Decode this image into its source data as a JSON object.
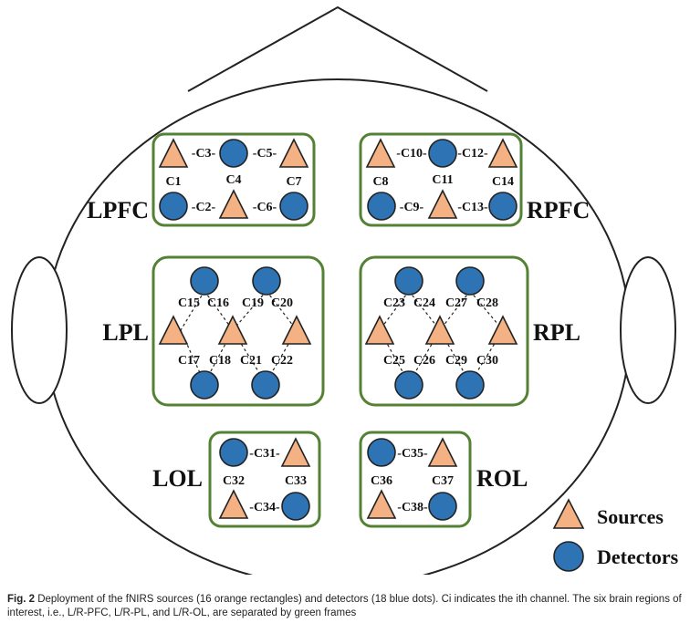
{
  "colors": {
    "source_fill": "#f4b183",
    "detector_fill": "#2e74b5",
    "frame": "#548235",
    "outline": "#222222"
  },
  "regions": [
    {
      "id": "lpfc",
      "label": "LPFC"
    },
    {
      "id": "rpfc",
      "label": "RPFC"
    },
    {
      "id": "lpl",
      "label": "LPL"
    },
    {
      "id": "rpl",
      "label": "RPL"
    },
    {
      "id": "lol",
      "label": "LOL"
    },
    {
      "id": "rol",
      "label": "ROL"
    }
  ],
  "channels": {
    "c1": "C1",
    "c2": "-C2-",
    "c3": "-C3-",
    "c4": "C4",
    "c5": "-C5-",
    "c6": "-C6-",
    "c7": "C7",
    "c8": "C8",
    "c9": "-C9-",
    "c10": "-C10-",
    "c11": "C11",
    "c12": "-C12-",
    "c13": "-C13-",
    "c14": "C14",
    "c15": "C15",
    "c16": "C16",
    "c17": "C17",
    "c18": "C18",
    "c19": "C19",
    "c20": "C20",
    "c21": "C21",
    "c22": "C22",
    "c23": "C23",
    "c24": "C24",
    "c25": "C25",
    "c26": "C26",
    "c27": "C27",
    "c28": "C28",
    "c29": "C29",
    "c30": "C30",
    "c31": "-C31-",
    "c32": "C32",
    "c33": "C33",
    "c34": "-C34-",
    "c35": "-C35-",
    "c36": "C36",
    "c37": "C37",
    "c38": "-C38-"
  },
  "legend": {
    "sources": "Sources",
    "detectors": "Detectors"
  },
  "caption": {
    "fig": "Fig. 2",
    "text": " Deployment of the fNIRS sources (16 orange rectangles) and detectors (18 blue dots). Ci indicates the ith channel. The six brain regions of interest, i.e., L/R-PFC, L/R-PL, and L/R-OL, are separated by green frames"
  }
}
